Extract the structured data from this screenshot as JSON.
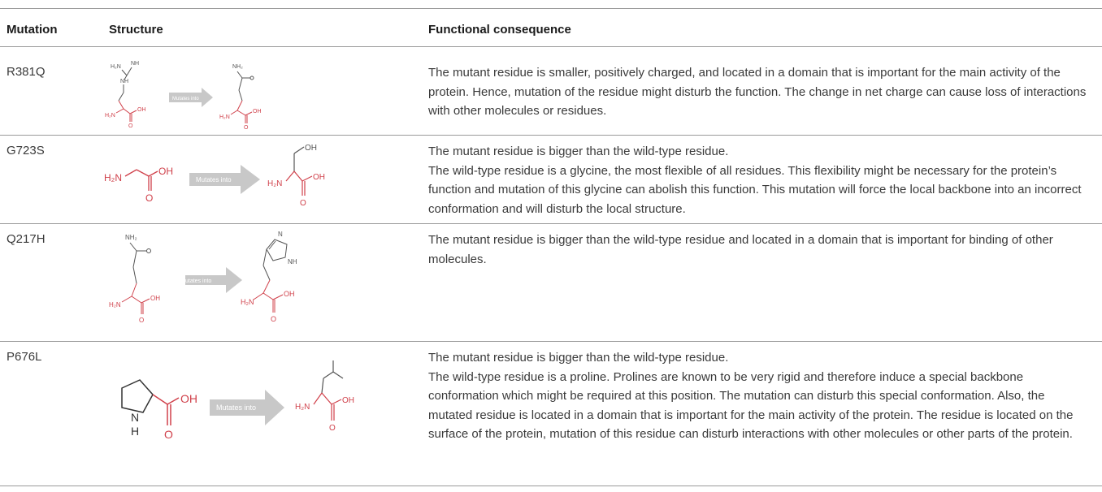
{
  "header": {
    "mutation": "Mutation",
    "structure": "Structure",
    "consequence": "Functional consequence"
  },
  "rows": [
    {
      "mutation": "R381Q",
      "arrow_label": "Mutates into",
      "paragraphs": [
        "The mutant residue is smaller, positively charged, and located in a domain that is important for the main activity of the protein. Hence, mutation of the residue might disturb the function. The change in net charge can cause loss of interactions with other molecules or residues."
      ]
    },
    {
      "mutation": "G723S",
      "arrow_label": "Mutates into",
      "paragraphs": [
        "The mutant residue is bigger than the wild-type residue.",
        "The wild-type residue is a glycine, the most flexible of all residues. This flexibility might be necessary for the protein’s function and mutation of this glycine can abolish this function. This mutation will force the local backbone into an incorrect conformation and will disturb the local structure."
      ]
    },
    {
      "mutation": "Q217H",
      "arrow_label": "utates into",
      "paragraphs": [
        "The mutant residue is bigger than the wild-type residue and located in a domain that is important for binding of other molecules."
      ]
    },
    {
      "mutation": "P676L",
      "arrow_label": "Mutates into",
      "paragraphs": [
        "The mutant residue is bigger than the wild-type residue.",
        "The wild-type residue is a proline. Prolines are known to be very rigid and therefore induce a special backbone conformation which might be required at this position. The mutation can disturb this special conformation. Also, the mutated residue is located in a domain that is important for the main activity of the protein. The residue is located on the surface of the protein, mutation of this residue can disturb interactions with other molecules or other parts of the protein."
      ]
    }
  ],
  "chem_labels": {
    "nh2": "NH₂",
    "h2n": "H₂N",
    "hn": "H₂N",
    "nh": "NH",
    "oh": "OH",
    "o": "O",
    "n": "N",
    "h": "H"
  },
  "colors": {
    "backbone_red": "#d0404a",
    "sidechain_gray": "#555555",
    "arrow_gray": "#c8c8c8",
    "rule": "#9a9a9a"
  }
}
